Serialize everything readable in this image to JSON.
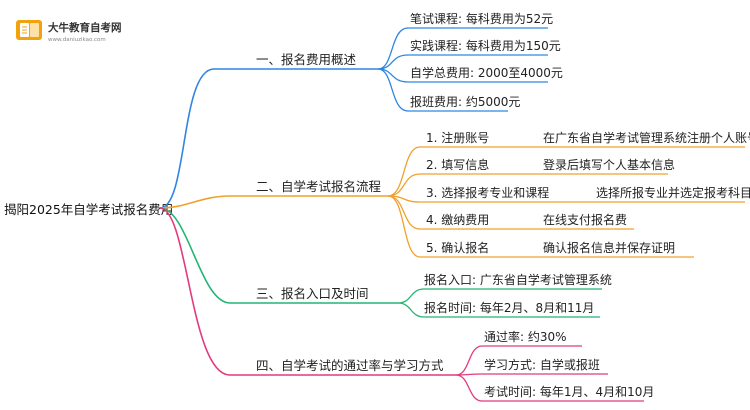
{
  "logo": {
    "name": "大牛教育自考网",
    "url": "www.daniuzikao.com",
    "color": "#f2a20c"
  },
  "root": {
    "label": "揭阳2025年自学考试报名费用"
  },
  "branches": [
    {
      "label": "一、报名费用概述",
      "color": "#2f86e0",
      "children": [
        {
          "label": "笔试课程: 每科费用为52元"
        },
        {
          "label": "实践课程: 每科费用为150元"
        },
        {
          "label": "自学总费用: 2000至4000元"
        },
        {
          "label": "报班费用: 约5000元"
        }
      ]
    },
    {
      "label": "二、自学考试报名流程",
      "color": "#f0a12b",
      "children": [
        {
          "label": "1. 注册账号",
          "detail": "在广东省自学考试管理系统注册个人账号"
        },
        {
          "label": "2. 填写信息",
          "detail": "登录后填写个人基本信息"
        },
        {
          "label": "3. 选择报考专业和课程",
          "detail": "选择所报专业并选定报考科目"
        },
        {
          "label": "4. 缴纳费用",
          "detail": "在线支付报名费"
        },
        {
          "label": "5. 确认报名",
          "detail": "确认报名信息并保存证明"
        }
      ]
    },
    {
      "label": "三、报名入口及时间",
      "color": "#22b573",
      "children": [
        {
          "label": "报名入口: 广东省自学考试管理系统"
        },
        {
          "label": "报名时间: 每年2月、8月和11月"
        }
      ]
    },
    {
      "label": "四、自学考试的通过率与学习方式",
      "color": "#e23a7e",
      "children": [
        {
          "label": "通过率: 约30%"
        },
        {
          "label": "学习方式: 自学或报班"
        },
        {
          "label": "考试时间: 每年1月、4月和10月"
        }
      ]
    }
  ]
}
